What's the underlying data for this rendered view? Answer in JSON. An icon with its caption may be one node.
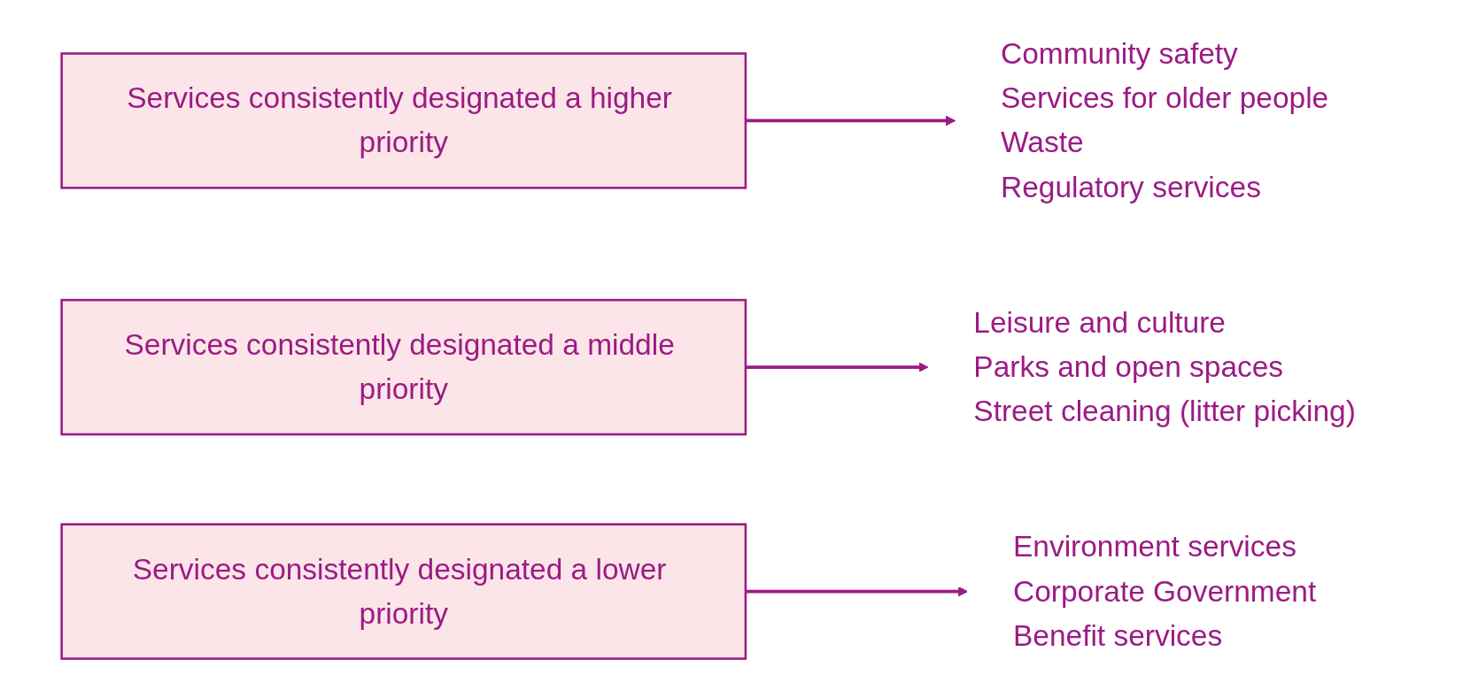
{
  "diagram": {
    "nodes": [
      {
        "text": [
          "Services consistently designated a higher priority"
        ]
      },
      {
        "text": [
          "Community safety",
          "Services for older people",
          "Waste",
          "Regulatory services"
        ]
      },
      {
        "text": [
          "Services consistently designated a middle priority"
        ]
      },
      {
        "text": [
          "Leisure and culture",
          "Parks and open spaces",
          "Street cleaning (litter picking)"
        ]
      },
      {
        "text": [
          "Services consistently designated a lower priority"
        ]
      },
      {
        "text": [
          "Environment services",
          "Corporate Government",
          "Benefit services"
        ]
      }
    ],
    "edges": [
      {
        "from": 0,
        "to": 1,
        "arrow": "to"
      },
      {
        "from": 2,
        "to": 3,
        "arrow": "to"
      },
      {
        "from": 4,
        "to": 5,
        "arrow": "to"
      }
    ]
  }
}
